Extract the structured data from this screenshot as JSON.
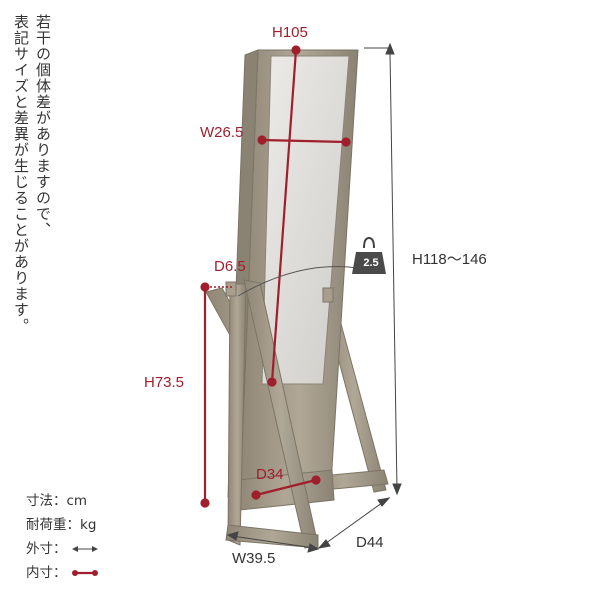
{
  "note": {
    "line1": "若干の個体差がありますので、",
    "line2": "表記サイズと差異が生じることがあります。"
  },
  "dimensions": {
    "inner_height": "H105",
    "inner_width": "W26.5",
    "depth_frame": "D6.5",
    "stand_height": "H73.5",
    "stand_depth": "D34",
    "total_height": "H118～146",
    "width": "W39.5",
    "depth": "D44",
    "load_weight": "2.5"
  },
  "legend": {
    "unit_label": "寸法：cm",
    "load_label": "耐荷重：kg",
    "outer_label": "外寸：",
    "inner_label": "内寸："
  },
  "colors": {
    "inner_dimension": "#a01f2c",
    "outer_dimension": "#444444",
    "wood": "#9b9283",
    "mirror": "#dcdad6"
  }
}
